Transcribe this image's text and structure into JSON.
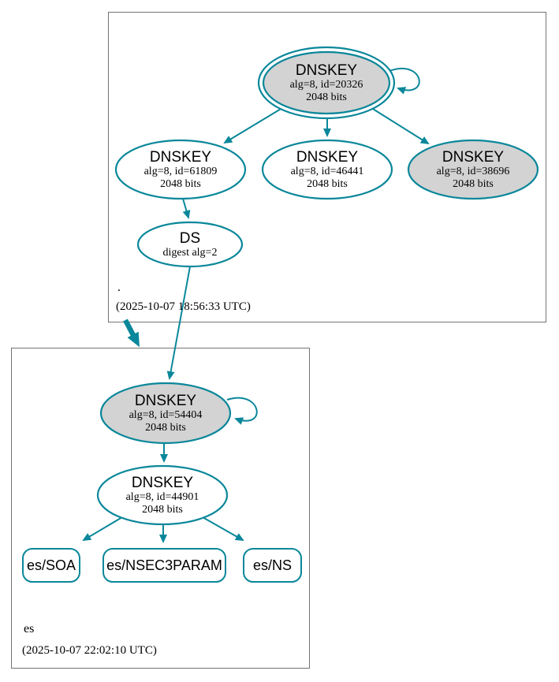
{
  "colors": {
    "accent_teal": "#0a879a",
    "node_gray_fill": "#d3d3d3",
    "node_white_fill": "#ffffff",
    "zone_border_gray": "#737373"
  },
  "root_zone": {
    "name": ".",
    "timestamp": "(2025-10-07 18:56:33 UTC)",
    "ksk": {
      "title": "DNSKEY",
      "detail1": "alg=8, id=20326",
      "detail2": "2048 bits"
    },
    "zsk1": {
      "title": "DNSKEY",
      "detail1": "alg=8, id=61809",
      "detail2": "2048 bits"
    },
    "zsk2": {
      "title": "DNSKEY",
      "detail1": "alg=8, id=46441",
      "detail2": "2048 bits"
    },
    "key3": {
      "title": "DNSKEY",
      "detail1": "alg=8, id=38696",
      "detail2": "2048 bits"
    },
    "ds": {
      "title": "DS",
      "detail1": "digest alg=2"
    }
  },
  "es_zone": {
    "name": "es",
    "timestamp": "(2025-10-07 22:02:10 UTC)",
    "ksk": {
      "title": "DNSKEY",
      "detail1": "alg=8, id=54404",
      "detail2": "2048 bits"
    },
    "zsk": {
      "title": "DNSKEY",
      "detail1": "alg=8, id=44901",
      "detail2": "2048 bits"
    },
    "rrsets": {
      "soa": "es/SOA",
      "nsec3param": "es/NSEC3PARAM",
      "ns": "es/NS"
    }
  }
}
